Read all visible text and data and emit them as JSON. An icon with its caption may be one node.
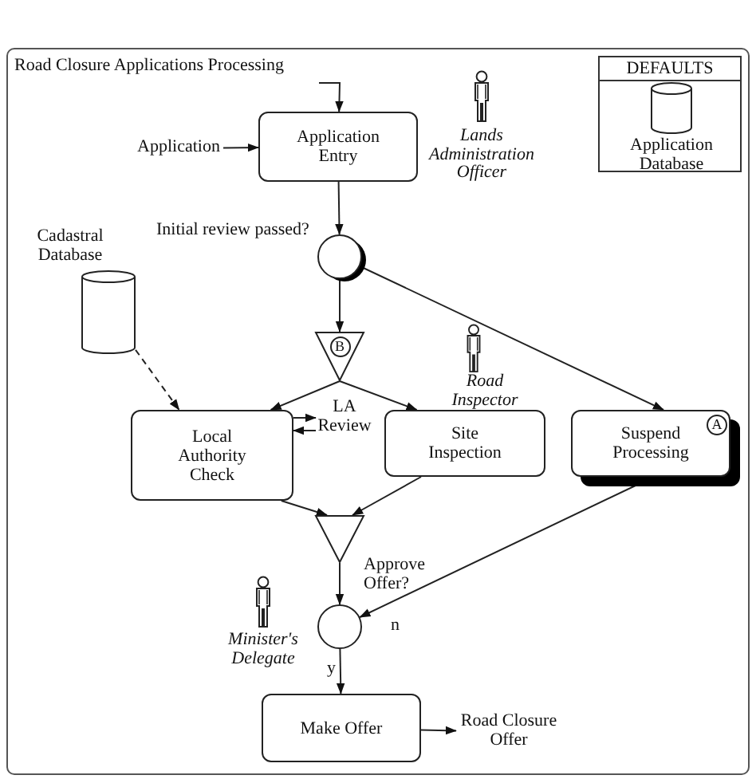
{
  "diagram": {
    "nodes": [
      {
        "text": [
          "Road Closure Applications Processing"
        ]
      },
      {
        "text": [
          "DEFAULTS"
        ],
        "in": 0
      },
      {
        "text": [
          "Application Database"
        ],
        "in": 1
      },
      {
        "text": [
          "Application"
        ],
        "in": 0
      },
      {
        "text": [
          "Application Entry"
        ],
        "in": 0
      },
      {
        "text": [
          "Lands Administration Officer"
        ],
        "in": 0
      },
      {
        "text": [
          "Initial review passed?"
        ],
        "in": 0
      },
      {
        "text": [
          "Cadastral Database"
        ],
        "in": 0
      },
      {
        "text": [
          "B"
        ],
        "in": 0
      },
      {
        "text": [
          "Road Inspector"
        ],
        "in": 0
      },
      {
        "text": [
          "Local Authority Check"
        ],
        "in": 0
      },
      {
        "text": [
          "LA Review"
        ],
        "in": 0
      },
      {
        "text": [
          "Site Inspection"
        ],
        "in": 0
      },
      {
        "text": [
          "Suspend Processing",
          "A"
        ],
        "in": 0
      },
      {
        "text": [],
        "shape": "triangle",
        "in": 0
      },
      {
        "text": [
          "Approve Offer?"
        ],
        "in": 0
      },
      {
        "text": [
          "Minister's Delegate"
        ],
        "in": 0
      },
      {
        "text": [
          "Make Offer"
        ],
        "in": 0
      },
      {
        "text": [
          "Road Closure Offer"
        ],
        "in": 0
      }
    ],
    "edges": [
      {
        "from": null,
        "to": 4,
        "arrow": "to"
      },
      {
        "from": 3,
        "to": 4,
        "arrow": "to"
      },
      {
        "from": 4,
        "to": 6,
        "arrow": "to"
      },
      {
        "from": 6,
        "to": 8,
        "arrow": "to"
      },
      {
        "from": 6,
        "to": 13,
        "arrow": "to"
      },
      {
        "from": 7,
        "to": 10,
        "arrow": "to",
        "style": "dashed"
      },
      {
        "from": 8,
        "to": 10,
        "arrow": "to"
      },
      {
        "from": 8,
        "to": 12,
        "arrow": "to"
      },
      {
        "from": 10,
        "to": 11,
        "arrow": "to"
      },
      {
        "from": 11,
        "to": 10,
        "arrow": "to"
      },
      {
        "from": 10,
        "to": 14,
        "arrow": "to"
      },
      {
        "from": 12,
        "to": 14,
        "arrow": "to"
      },
      {
        "from": 14,
        "to": 15,
        "arrow": "to"
      },
      {
        "from": 13,
        "to": 15,
        "arrow": "to",
        "label": "n"
      },
      {
        "from": 15,
        "to": 17,
        "arrow": "to",
        "label": "y"
      },
      {
        "from": 17,
        "to": 18,
        "arrow": "to"
      }
    ]
  }
}
